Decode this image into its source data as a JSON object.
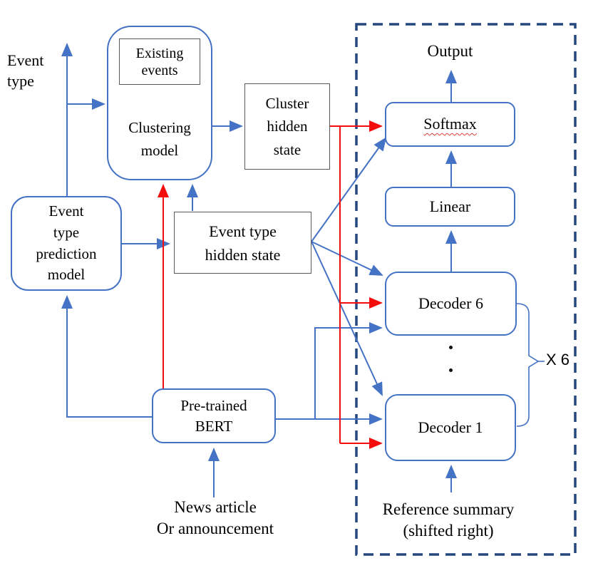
{
  "labels": {
    "event_type": "Event\ntype",
    "existing_events": "Existing\nevents",
    "clustering_model": "Clustering\nmodel",
    "cluster_hidden_state": "Cluster\nhidden\nstate",
    "event_type_prediction_model": "Event\ntype\nprediction\nmodel",
    "event_type_hidden_state": "Event type\nhidden state",
    "pretrained_bert": "Pre-trained\nBERT",
    "news_article": "News article\nOr announcement",
    "output": "Output",
    "softmax": "Softmax",
    "linear": "Linear",
    "decoder_6": "Decoder 6",
    "decoder_1": "Decoder 1",
    "times_six": "X 6",
    "reference_summary": "Reference summary\n(shifted right)"
  },
  "colors": {
    "box_border_blue": "#4472C4",
    "arrow_blue": "#4472C4",
    "arrow_red": "#F50D0D",
    "dashed_border_navy": "#24477F",
    "thin_box_border": "#595959",
    "softmax_underline_red": "#E03C31",
    "text": "#000000"
  }
}
